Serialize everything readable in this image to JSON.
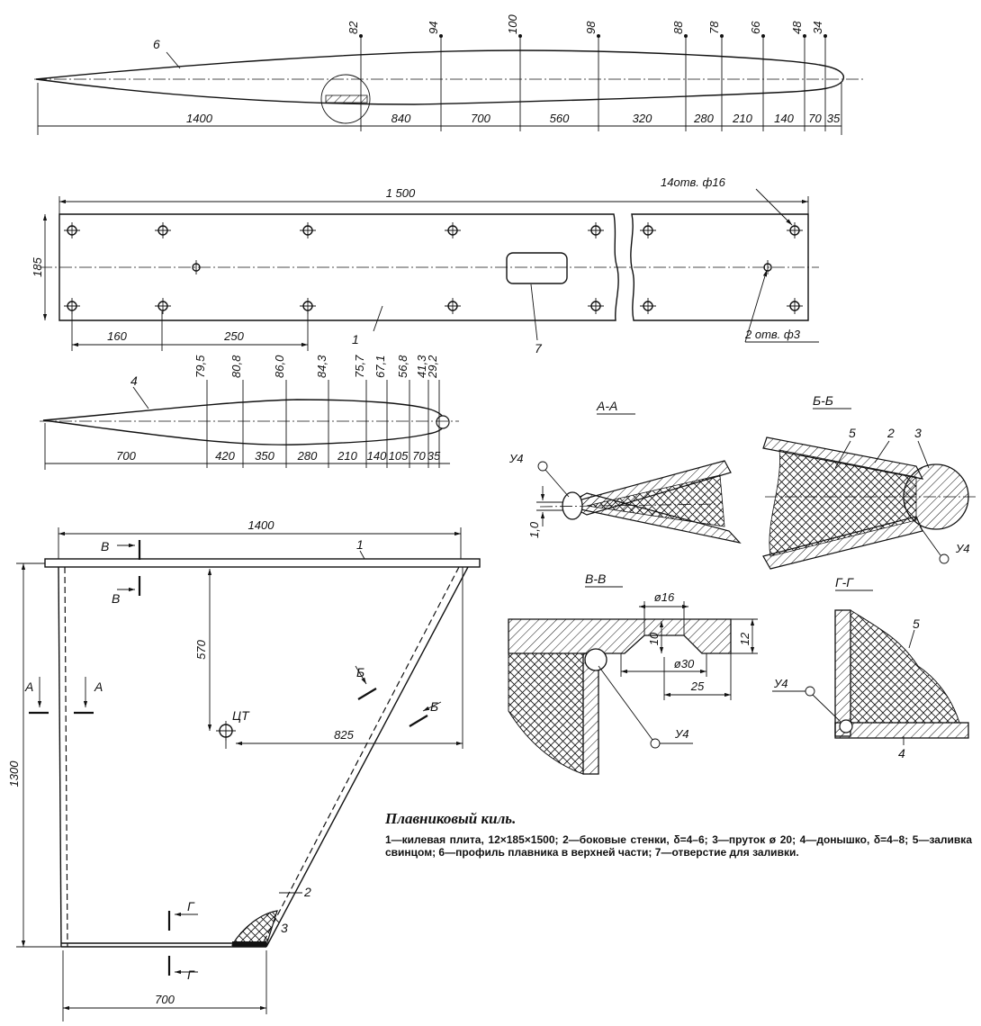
{
  "profile_top": {
    "part_label": "6",
    "heights": [
      "82",
      "94",
      "100",
      "98",
      "88",
      "78",
      "66",
      "48",
      "34"
    ],
    "stations": [
      "1400",
      "840",
      "700",
      "560",
      "320",
      "280",
      "210",
      "140",
      "70",
      "35"
    ]
  },
  "keel_plate": {
    "part_label": "1",
    "hole_part_label": "7",
    "length": "1 500",
    "width": "185",
    "holes_note": "14отв. ф16",
    "small_holes_note": "2 отв. ф3",
    "pitch_a": "160",
    "pitch_b": "250"
  },
  "profile_bottom": {
    "part_label": "4",
    "heights": [
      "79,5",
      "80,8",
      "86,0",
      "84,3",
      "75,7",
      "67,1",
      "56,8",
      "41,3",
      "29,2"
    ],
    "stations": [
      "700",
      "420",
      "350",
      "280",
      "210",
      "140",
      "105",
      "70",
      "35"
    ]
  },
  "side_view": {
    "top_length": "1400",
    "height": "1300",
    "bottom_length": "700",
    "cg_label": "ЦТ",
    "cg_vertical": "570",
    "cg_horizontal": "825",
    "part1": "1",
    "part2": "2",
    "part3": "3",
    "cut_v": "В",
    "cut_a": "А",
    "cut_b": "Б",
    "cut_g": "Г"
  },
  "sections": {
    "aa": {
      "title": "А-А",
      "weld": "У4",
      "dim": "1,0"
    },
    "bb": {
      "title": "Б-Б",
      "part5": "5",
      "part2": "2",
      "part3": "3",
      "weld": "У4"
    },
    "vv": {
      "title": "В-В",
      "d16": "ø16",
      "d30": "ø30",
      "h10": "10",
      "h12": "12",
      "w25": "25",
      "weld": "У4"
    },
    "gg": {
      "title": "Г-Г",
      "part5": "5",
      "part4": "4",
      "weld": "У4"
    }
  },
  "caption": {
    "title": "Плавниковый киль.",
    "legend": "1—килевая плита, 12×185×1500; 2—боковые стенки, δ=4–6; 3—пруток ø 20; 4—донышко, δ=4–8; 5—заливка свинцом; 6—профиль плавника в верхней части; 7—отверстие для заливки."
  }
}
